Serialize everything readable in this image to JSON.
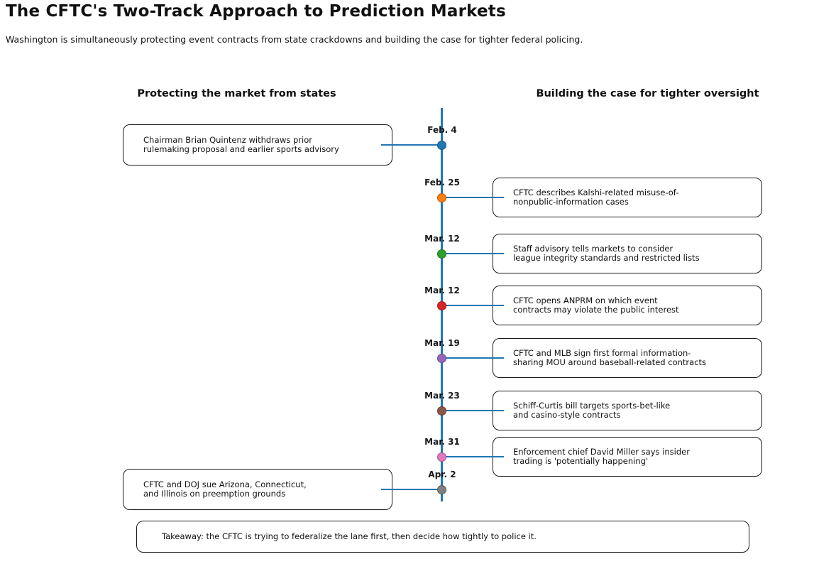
{
  "title": "The CFTC's Two-Track Approach to Prediction Markets",
  "subtitle": "Washington is simultaneously protecting event contracts from state crackdowns and building the case for tighter federal policing.",
  "columns": {
    "left_header": "Protecting the market from states",
    "right_header": "Building the case for tighter oversight"
  },
  "timeline_color": "#1f77b4",
  "events": [
    {
      "date": "Feb. 4",
      "side": "left",
      "color": "#1f77b4",
      "lines": [
        "Chairman Brian Quintenz withdraws prior",
        "rulemaking proposal and earlier sports advisory"
      ]
    },
    {
      "date": "Feb. 25",
      "side": "right",
      "color": "#ff7f0e",
      "lines": [
        "CFTC describes Kalshi-related misuse-of-",
        "nonpublic-information cases"
      ]
    },
    {
      "date": "Mar. 12",
      "side": "right",
      "color": "#2ca02c",
      "lines": [
        "Staff advisory tells markets to consider",
        "league integrity standards and restricted lists"
      ]
    },
    {
      "date": "Mar. 12",
      "side": "right",
      "color": "#d62728",
      "lines": [
        "CFTC opens ANPRM on which event",
        "contracts may violate the public interest"
      ]
    },
    {
      "date": "Mar. 19",
      "side": "right",
      "color": "#9467bd",
      "lines": [
        "CFTC and MLB sign first formal information-",
        "sharing MOU around baseball-related contracts"
      ]
    },
    {
      "date": "Mar. 23",
      "side": "right",
      "color": "#8c564b",
      "lines": [
        "Schiff-Curtis bill targets sports-bet-like",
        "and casino-style contracts"
      ]
    },
    {
      "date": "Mar. 31",
      "side": "right",
      "color": "#e377c2",
      "lines": [
        "Enforcement chief David Miller says insider",
        "trading is 'potentially happening'"
      ]
    },
    {
      "date": "Apr. 2",
      "side": "left",
      "color": "#7f7f7f",
      "lines": [
        "CFTC and DOJ sue Arizona, Connecticut,",
        "and Illinois on preemption grounds"
      ]
    }
  ],
  "takeaway": "Takeaway: the CFTC is trying to federalize the lane first, then decide how tightly to police it."
}
